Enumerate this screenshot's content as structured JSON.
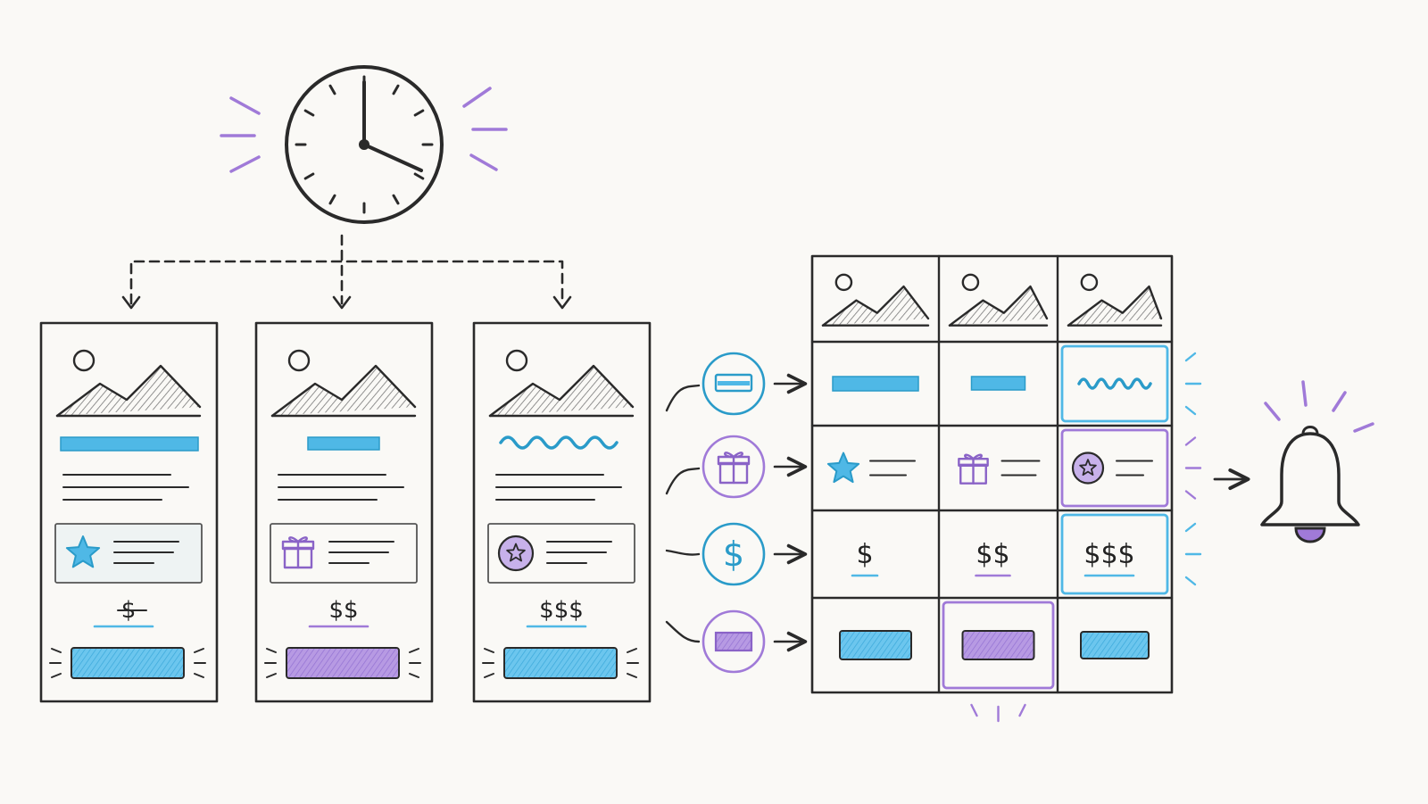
{
  "colors": {
    "ink": "#2a2a2a",
    "paper": "#faf9f6",
    "blue": "#4fb8e6",
    "blue_dark": "#2a9bc9",
    "purple": "#a07ad8",
    "purple_dark": "#8a63c7",
    "card_tint": "#eef3f3"
  },
  "icons": {
    "clock": "clock-icon",
    "bell": "bell-icon",
    "star": "star-icon",
    "gift": "gift-icon",
    "badge": "star-badge-icon",
    "dollar": "dollar-icon",
    "image": "image-placeholder-icon"
  },
  "cards": [
    {
      "price": "$",
      "cta_color": "blue",
      "feature_icon": "star-icon"
    },
    {
      "price": "$$",
      "cta_color": "purple",
      "feature_icon": "gift-icon"
    },
    {
      "price": "$$$",
      "cta_color": "blue",
      "feature_icon": "star-badge-icon"
    }
  ],
  "dimensions": [
    {
      "name": "headline",
      "icon": "headline-bar-icon"
    },
    {
      "name": "offer",
      "icon": "gift-icon"
    },
    {
      "name": "price",
      "icon": "dollar-icon",
      "label": "$"
    },
    {
      "name": "cta",
      "icon": "button-icon"
    }
  ],
  "table": {
    "price_labels": [
      "$",
      "$$",
      "$$$"
    ],
    "winners": {
      "headline": 2,
      "offer": 2,
      "price": 2,
      "cta": 1
    }
  }
}
